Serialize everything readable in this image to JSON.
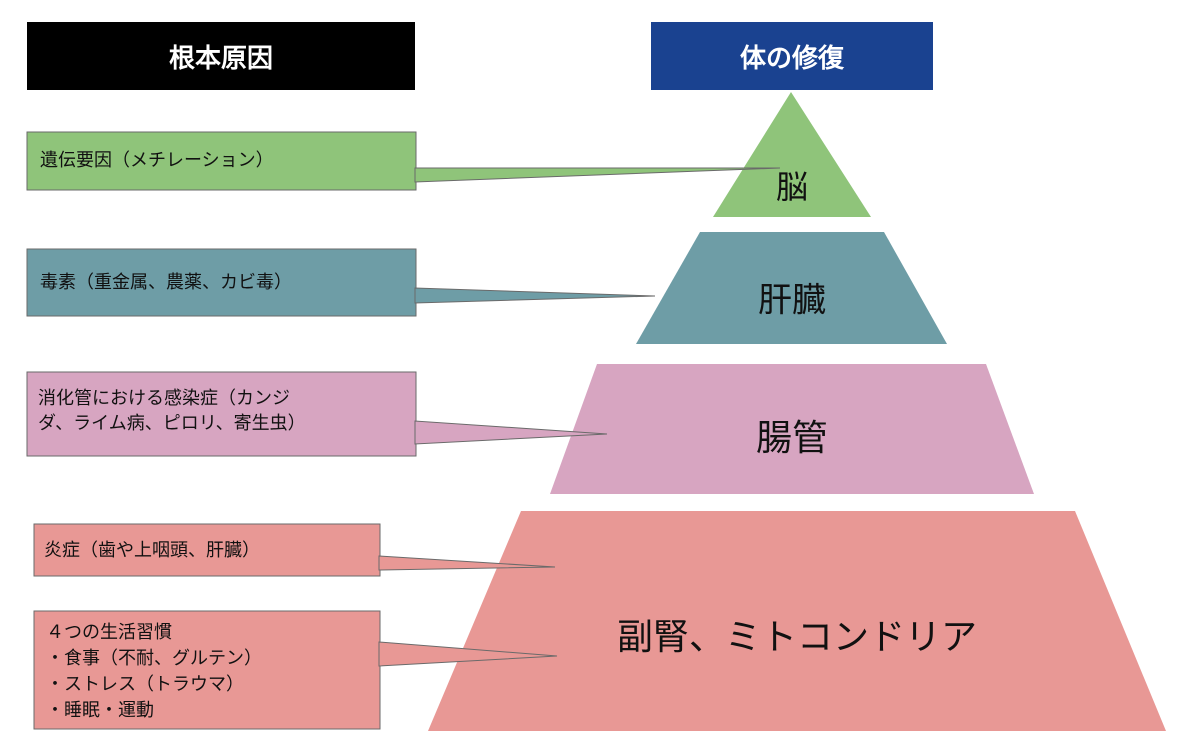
{
  "headers": {
    "left": "根本原因",
    "right": "体の修復"
  },
  "colors": {
    "header_left": "#000000",
    "header_right": "#1a4290",
    "green": "#8fc47a",
    "teal": "#6e9da6",
    "pink": "#d7a5c1",
    "salmon": "#e89895"
  },
  "tiers": [
    {
      "label": "脳"
    },
    {
      "label": "肝臓"
    },
    {
      "label": "腸管"
    },
    {
      "label": "副腎、ミトコンドリア"
    }
  ],
  "causes": [
    {
      "lines": [
        "遺伝要因（メチレーション）"
      ]
    },
    {
      "lines": [
        "毒素（重金属、農薬、カビ毒）"
      ]
    },
    {
      "lines": [
        "消化管における感染症（カンジ",
        "ダ、ライム病、ピロリ、寄生虫）"
      ]
    },
    {
      "lines": [
        "炎症（歯や上咽頭、肝臓）"
      ]
    },
    {
      "lines": [
        "４つの生活習慣",
        "・食事（不耐、グルテン）",
        "・ストレス（トラウマ）",
        "・睡眠・運動"
      ]
    }
  ]
}
